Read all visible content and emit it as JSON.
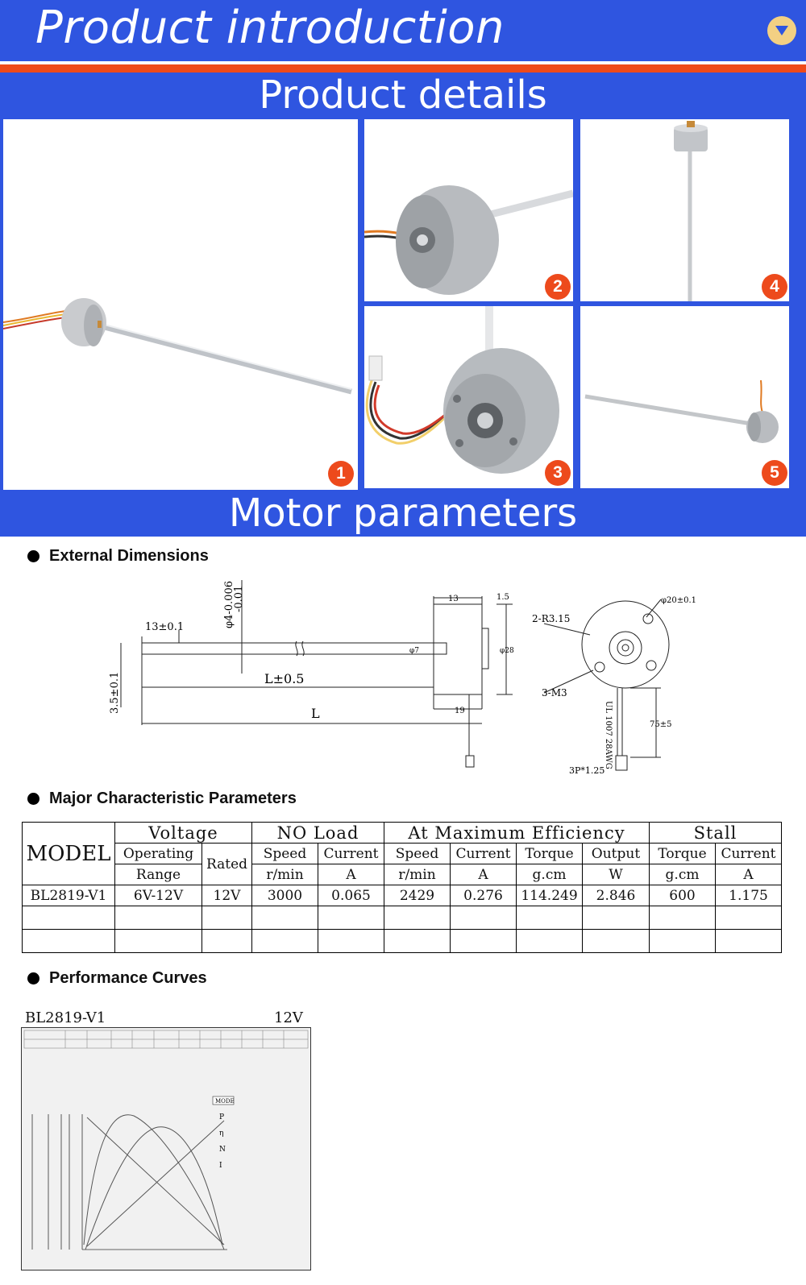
{
  "header": {
    "title": "Product introduction"
  },
  "bands": {
    "details": "Product details",
    "motor": "Motor parameters"
  },
  "gallery": {
    "badges": [
      "1",
      "2",
      "3",
      "4",
      "5"
    ]
  },
  "sections": {
    "dimensions": "External Dimensions",
    "major": "Major Characteristic Parameters",
    "curves": "Performance Curves"
  },
  "drawing": {
    "tol_shaft": "13±0.1",
    "phi_shaft": "φ4-0.006",
    "phi_tol2": "-0.01",
    "offset": "3.5±0.1",
    "len_tol": "L±0.5",
    "len": "L",
    "dim_13": "13",
    "dim_15": "1.5",
    "dim_phi7": "φ7",
    "dim_phi28": "φ28",
    "dim_19": "19",
    "r_label": "2-R3.15",
    "phi20": "φ20±0.1",
    "m3": "3-M3",
    "lead": "UL 1007 28AWG",
    "len75": "75±5",
    "conn": "3P*1.25"
  },
  "table": {
    "model_hdr": "MODEL",
    "voltage": "Voltage",
    "noload": "NO Load",
    "maxeff": "At Maximum Efficiency",
    "stall": "Stall",
    "op1": "Operating",
    "op2": "Range",
    "rated": "Rated",
    "speed": "Speed",
    "current": "Current",
    "torque": "Torque",
    "output": "Output",
    "u_rmin": "r/min",
    "u_a": "A",
    "u_gcm": "g.cm",
    "u_w": "W",
    "row": {
      "model": "BL2819-V1",
      "range": "6V-12V",
      "rated": "12V",
      "nl_speed": "3000",
      "nl_current": "0.065",
      "me_speed": "2429",
      "me_current": "0.276",
      "me_torque": "114.249",
      "me_output": "2.846",
      "st_torque": "600",
      "st_current": "1.175"
    }
  },
  "curves": {
    "model": "BL2819-V1",
    "voltage": "12V",
    "legend_title": "MODE",
    "legend": [
      "P",
      "η",
      "N",
      "I"
    ]
  }
}
